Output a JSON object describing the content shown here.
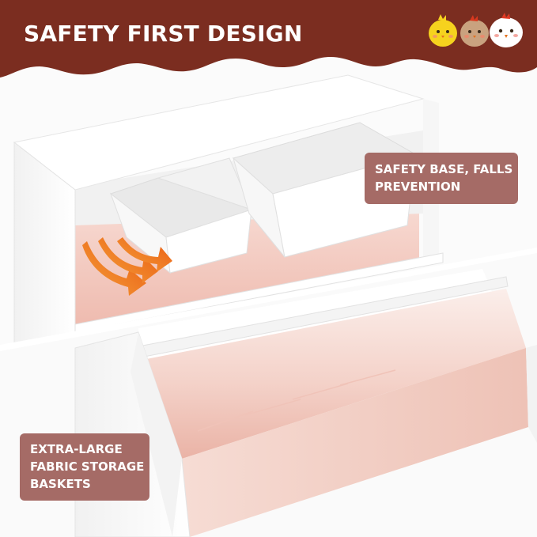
{
  "header": {
    "title": "SAFETY FIRST DESIGN",
    "banner_color": "#7b2d20"
  },
  "callouts": {
    "safety_base": {
      "lines": [
        "SAFETY BASE, FALLS",
        "PREVENTION"
      ],
      "bg_color": "#a56b66"
    },
    "storage": {
      "lines": [
        "EXTRA-LARGE",
        "FABRIC STORAGE",
        "BASKETS"
      ],
      "bg_color": "#a56b66"
    }
  },
  "colors": {
    "arrow_orange": "#f07a1c",
    "pink_fabric": "#f2c7bd",
    "white_panel": "#f7f7f7"
  },
  "icons": [
    "mascot-yellow-icon",
    "mascot-brown-icon",
    "mascot-white-icon",
    "curved-arrows-icon"
  ]
}
